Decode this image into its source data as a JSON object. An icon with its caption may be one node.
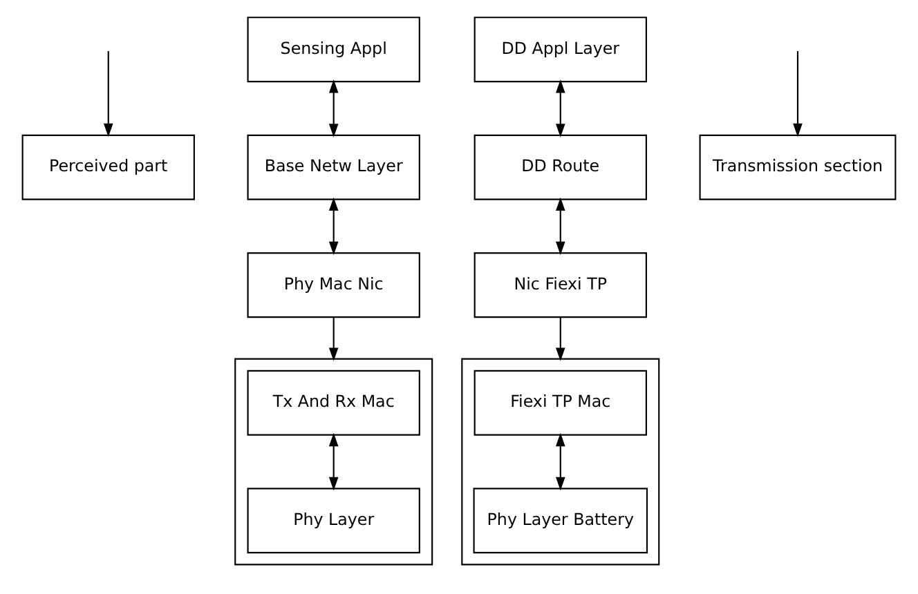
{
  "diagram": {
    "nodes": [
      {
        "text": [
          "Perceived part"
        ]
      },
      {
        "text": [
          "Sensing Appl"
        ]
      },
      {
        "text": [
          "DD Appl Layer"
        ]
      },
      {
        "text": [
          "Transmission section"
        ]
      },
      {
        "text": [
          "Base Netw Layer"
        ]
      },
      {
        "text": [
          "DD Route"
        ]
      },
      {
        "text": [],
        "shape": "box"
      },
      {
        "text": [
          "Tx And Rx Mac"
        ],
        "in": 6
      },
      {
        "text": [
          "Phy Layer"
        ],
        "in": 6
      },
      {
        "text": [
          "Phy Mac Nic"
        ]
      },
      {
        "text": [
          "Nic Fiexi TP"
        ]
      },
      {
        "text": [],
        "shape": "box"
      },
      {
        "text": [
          "Fiexi TP Mac"
        ],
        "in": 11
      },
      {
        "text": [
          "Phy Layer Battery"
        ],
        "in": 11
      }
    ],
    "edges": [
      {
        "from": null,
        "to": 0,
        "arrow": "to"
      },
      {
        "from": null,
        "to": 3,
        "arrow": "to"
      },
      {
        "from": 1,
        "to": 4,
        "arrow": "both"
      },
      {
        "from": 4,
        "to": 9,
        "arrow": "both"
      },
      {
        "from": 2,
        "to": 5,
        "arrow": "both"
      },
      {
        "from": 5,
        "to": 10,
        "arrow": "both"
      },
      {
        "from": 9,
        "to": 6,
        "arrow": "to"
      },
      {
        "from": 10,
        "to": 11,
        "arrow": "to"
      },
      {
        "from": 7,
        "to": 8,
        "arrow": "both"
      },
      {
        "from": 12,
        "to": 13,
        "arrow": "both"
      }
    ]
  }
}
